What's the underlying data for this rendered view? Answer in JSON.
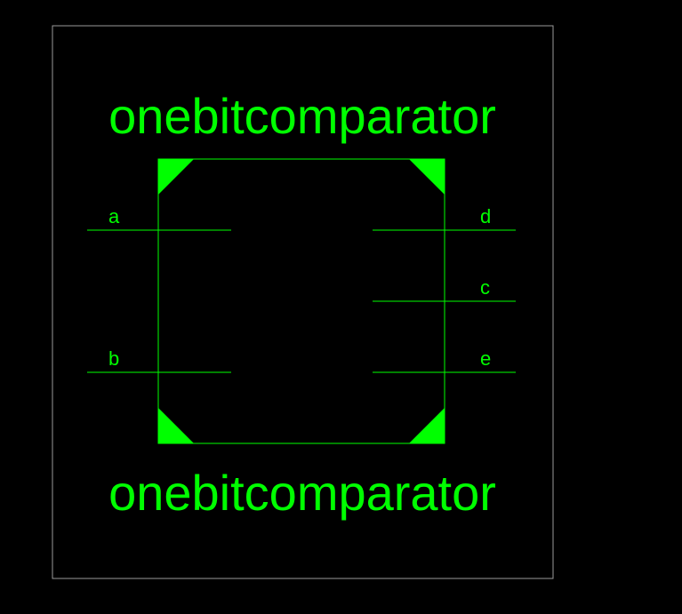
{
  "colors": {
    "background": "#000000",
    "symbol": "#00ff00",
    "frame": "#9a9a9a"
  },
  "symbol": {
    "instance_name": "onebitcomparator",
    "cell_name": "onebitcomparator",
    "inputs": [
      {
        "label": "a"
      },
      {
        "label": "b"
      }
    ],
    "outputs": [
      {
        "label": "d"
      },
      {
        "label": "c"
      },
      {
        "label": "e"
      }
    ]
  }
}
